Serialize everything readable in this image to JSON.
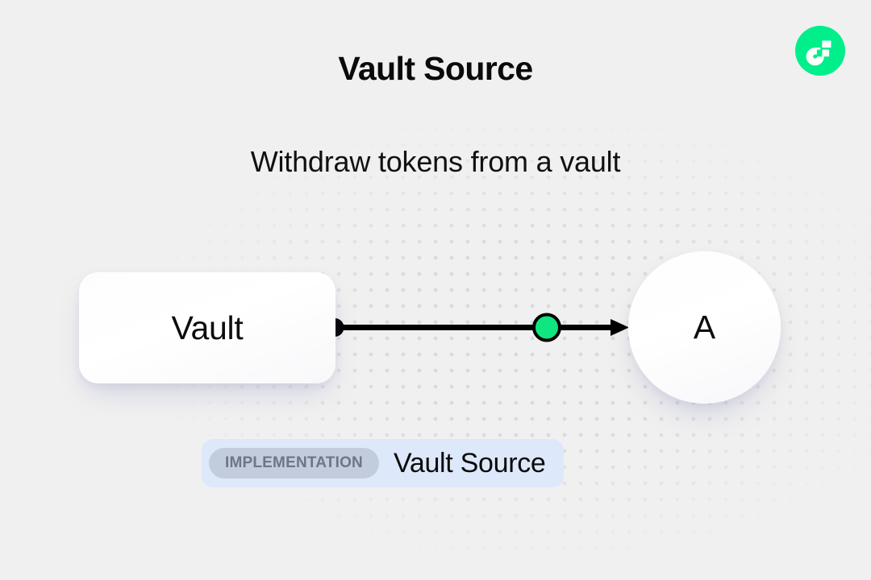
{
  "header": {
    "title": "Vault Source",
    "subtitle": "Withdraw tokens from a vault",
    "logo": {
      "name": "flow-logo-icon",
      "color": "#00ef8b",
      "mark_color": "#ffffff"
    }
  },
  "diagram": {
    "nodes": [
      {
        "id": "vault",
        "label": "Vault",
        "shape": "rounded-rect",
        "handle": {
          "name": "source-handle",
          "color": "#000000"
        }
      },
      {
        "id": "account",
        "label": "A",
        "shape": "circle"
      }
    ],
    "edge": {
      "from": "vault",
      "to": "account",
      "color": "#000000",
      "midpoint_dot_color": "#0fe67f",
      "arrowhead": "triangle"
    }
  },
  "badge": {
    "tag": "IMPLEMENTATION",
    "name": "Vault Source",
    "background": "#dde8fb",
    "tag_background": "#c2ccdd",
    "tag_color": "#6d7686"
  },
  "canvas": {
    "background": "#f0f0f0",
    "dot_color": "#d9d9d9"
  }
}
